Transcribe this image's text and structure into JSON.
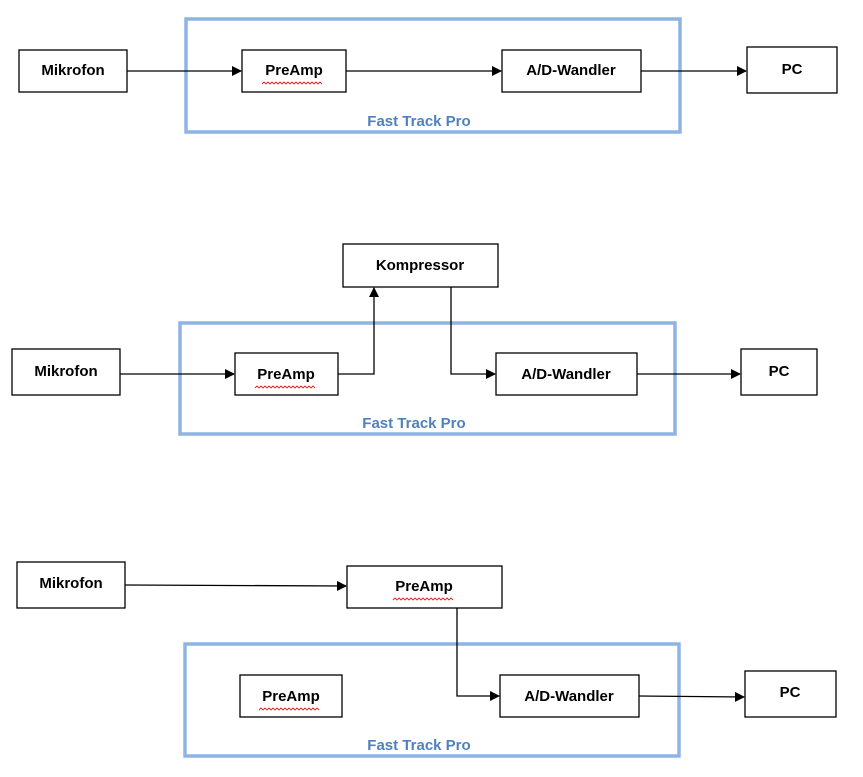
{
  "colors": {
    "frame_stroke": "#8eb4e3",
    "frame_label": "#4f81bd",
    "box_stroke": "#000000",
    "arrow": "#000000",
    "spellcheck_underline": "#e0201b"
  },
  "diagrams": [
    {
      "frame_label": "Fast Track Pro",
      "nodes": [
        {
          "id": "mikrofon",
          "label": "Mikrofon"
        },
        {
          "id": "preamp",
          "label": "PreAmp"
        },
        {
          "id": "adwandler",
          "label": "A/D-Wandler"
        },
        {
          "id": "pc",
          "label": "PC"
        }
      ]
    },
    {
      "frame_label": "Fast Track Pro",
      "nodes": [
        {
          "id": "kompressor",
          "label": "Kompressor"
        },
        {
          "id": "mikrofon",
          "label": "Mikrofon"
        },
        {
          "id": "preamp",
          "label": "PreAmp"
        },
        {
          "id": "adwandler",
          "label": "A/D-Wandler"
        },
        {
          "id": "pc",
          "label": "PC"
        }
      ]
    },
    {
      "frame_label": "Fast Track Pro",
      "nodes": [
        {
          "id": "mikrofon",
          "label": "Mikrofon"
        },
        {
          "id": "preamp_external",
          "label": "PreAmp"
        },
        {
          "id": "preamp_internal",
          "label": "PreAmp"
        },
        {
          "id": "adwandler",
          "label": "A/D-Wandler"
        },
        {
          "id": "pc",
          "label": "PC"
        }
      ]
    }
  ]
}
